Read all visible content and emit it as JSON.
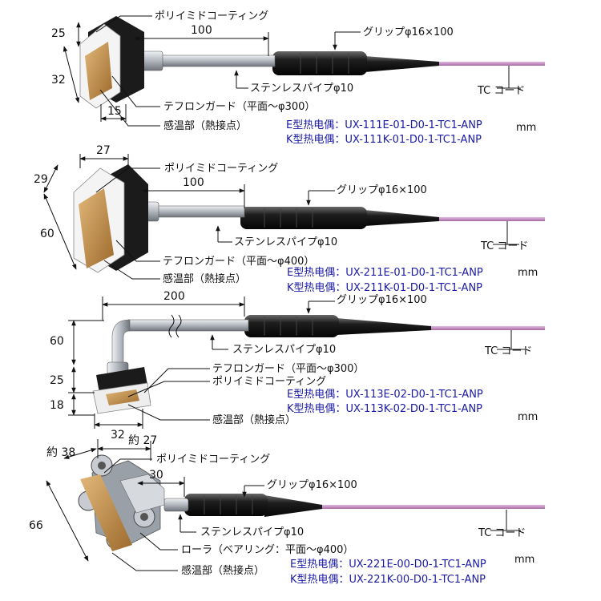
{
  "colors": {
    "model_text": "#1a1aa6",
    "cable": "#c58ac4",
    "grip": "#1b1b1b",
    "steel": "#b9bcc2"
  },
  "probes": [
    {
      "dims": {
        "d1": "25",
        "d2": "32",
        "d3": "15",
        "d4": "100"
      },
      "labels": {
        "coating": "ポリイミドコーティング",
        "grip": "グリップφ16×100",
        "pipe": "ステンレスパイプφ10",
        "guard": "テフロンガード（平面～φ300）",
        "sense": "感温部（熱接点）",
        "cord": "TC コード",
        "unit": "mm"
      },
      "models": {
        "e": "E型热电偶：UX-111E-01-D0-1-TC1-ANP",
        "k": "K型热电偶：UX-111K-01-D0-1-TC1-ANP"
      }
    },
    {
      "dims": {
        "d1": "27",
        "d2": "29",
        "d3": "60",
        "d4": "100"
      },
      "labels": {
        "coating": "ポリイミドコーティング",
        "grip": "グリップφ16×100",
        "pipe": "ステンレスパイプφ10",
        "guard": "テフロンガード（平面～φ400）",
        "sense": "感温部（熱接点）",
        "cord": "TC コード",
        "unit": "mm"
      },
      "models": {
        "e": "E型热电偶：UX-211E-01-D0-1-TC1-ANP",
        "k": "K型热电偶：UX-211K-01-D0-1-TC1-ANP"
      }
    },
    {
      "dims": {
        "d1": "200",
        "d2": "60",
        "d3": "25",
        "d4": "18",
        "d5": "32"
      },
      "labels": {
        "grip": "グリップφ16×100",
        "pipe": "ステンレスパイプφ10",
        "cord": "TC コード",
        "guard": "テフロンガード（平面～φ300）",
        "coating": "ポリイミドコーティング",
        "sense": "感温部（熱接点）",
        "unit": "mm"
      },
      "models": {
        "e": "E型热电偶：UX-113E-02-D0-1-TC1-ANP",
        "k": "K型热电偶：UX-113K-02-D0-1-TC1-ANP"
      }
    },
    {
      "dims": {
        "d1": "約 38",
        "d2": "約 27",
        "d3": "30",
        "d4": "66"
      },
      "labels": {
        "coating": "ポリイミドコーティング",
        "grip": "グリップφ16×100",
        "pipe": "ステンレスパイプφ10",
        "cord": "TC コード",
        "roller": "ローラ（ベアリング：平面～φ400）",
        "sense": "感温部（熱接点）",
        "unit": "mm"
      },
      "models": {
        "e": "E型热电偶：UX-221E-00-D0-1-TC1-ANP",
        "k": "K型热电偶：UX-221K-00-D0-1-TC1-ANP"
      }
    }
  ]
}
